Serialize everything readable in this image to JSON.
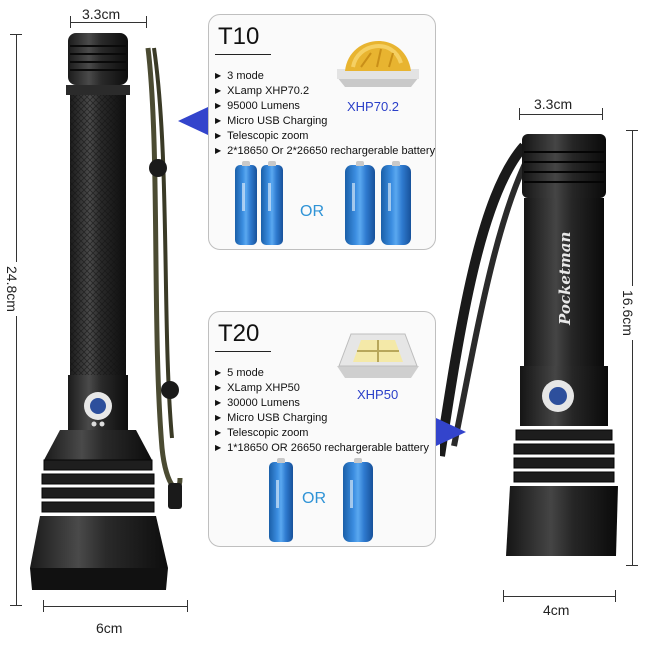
{
  "left_light": {
    "width_top": "3.3cm",
    "length": "24.8cm",
    "width_head": "6cm"
  },
  "right_light": {
    "width_top": "3.3cm",
    "length": "16.6cm",
    "width_head": "4cm",
    "brand": "Pocketman"
  },
  "t10": {
    "title": "T10",
    "features": [
      "3 mode",
      "XLamp XHP70.2",
      "95000 Lumens",
      "Micro USB Charging",
      "Telescopic zoom",
      "2*18650 Or 2*26650 rechargerable battery"
    ],
    "chip_label": "XHP70.2",
    "or": "OR"
  },
  "t20": {
    "title": "T20",
    "features": [
      "5 mode",
      "XLamp XHP50",
      "30000 Lumens",
      "Micro USB Charging",
      "Telescopic zoom",
      "1*18650 OR 26650 rechargerable battery"
    ],
    "chip_label": "XHP50",
    "or": "OR"
  },
  "colors": {
    "accent_blue": "#2a3fc8",
    "battery_blue": "#3b8de0",
    "or_blue": "#2f93d6",
    "pointer_blue": "#3344cc"
  }
}
